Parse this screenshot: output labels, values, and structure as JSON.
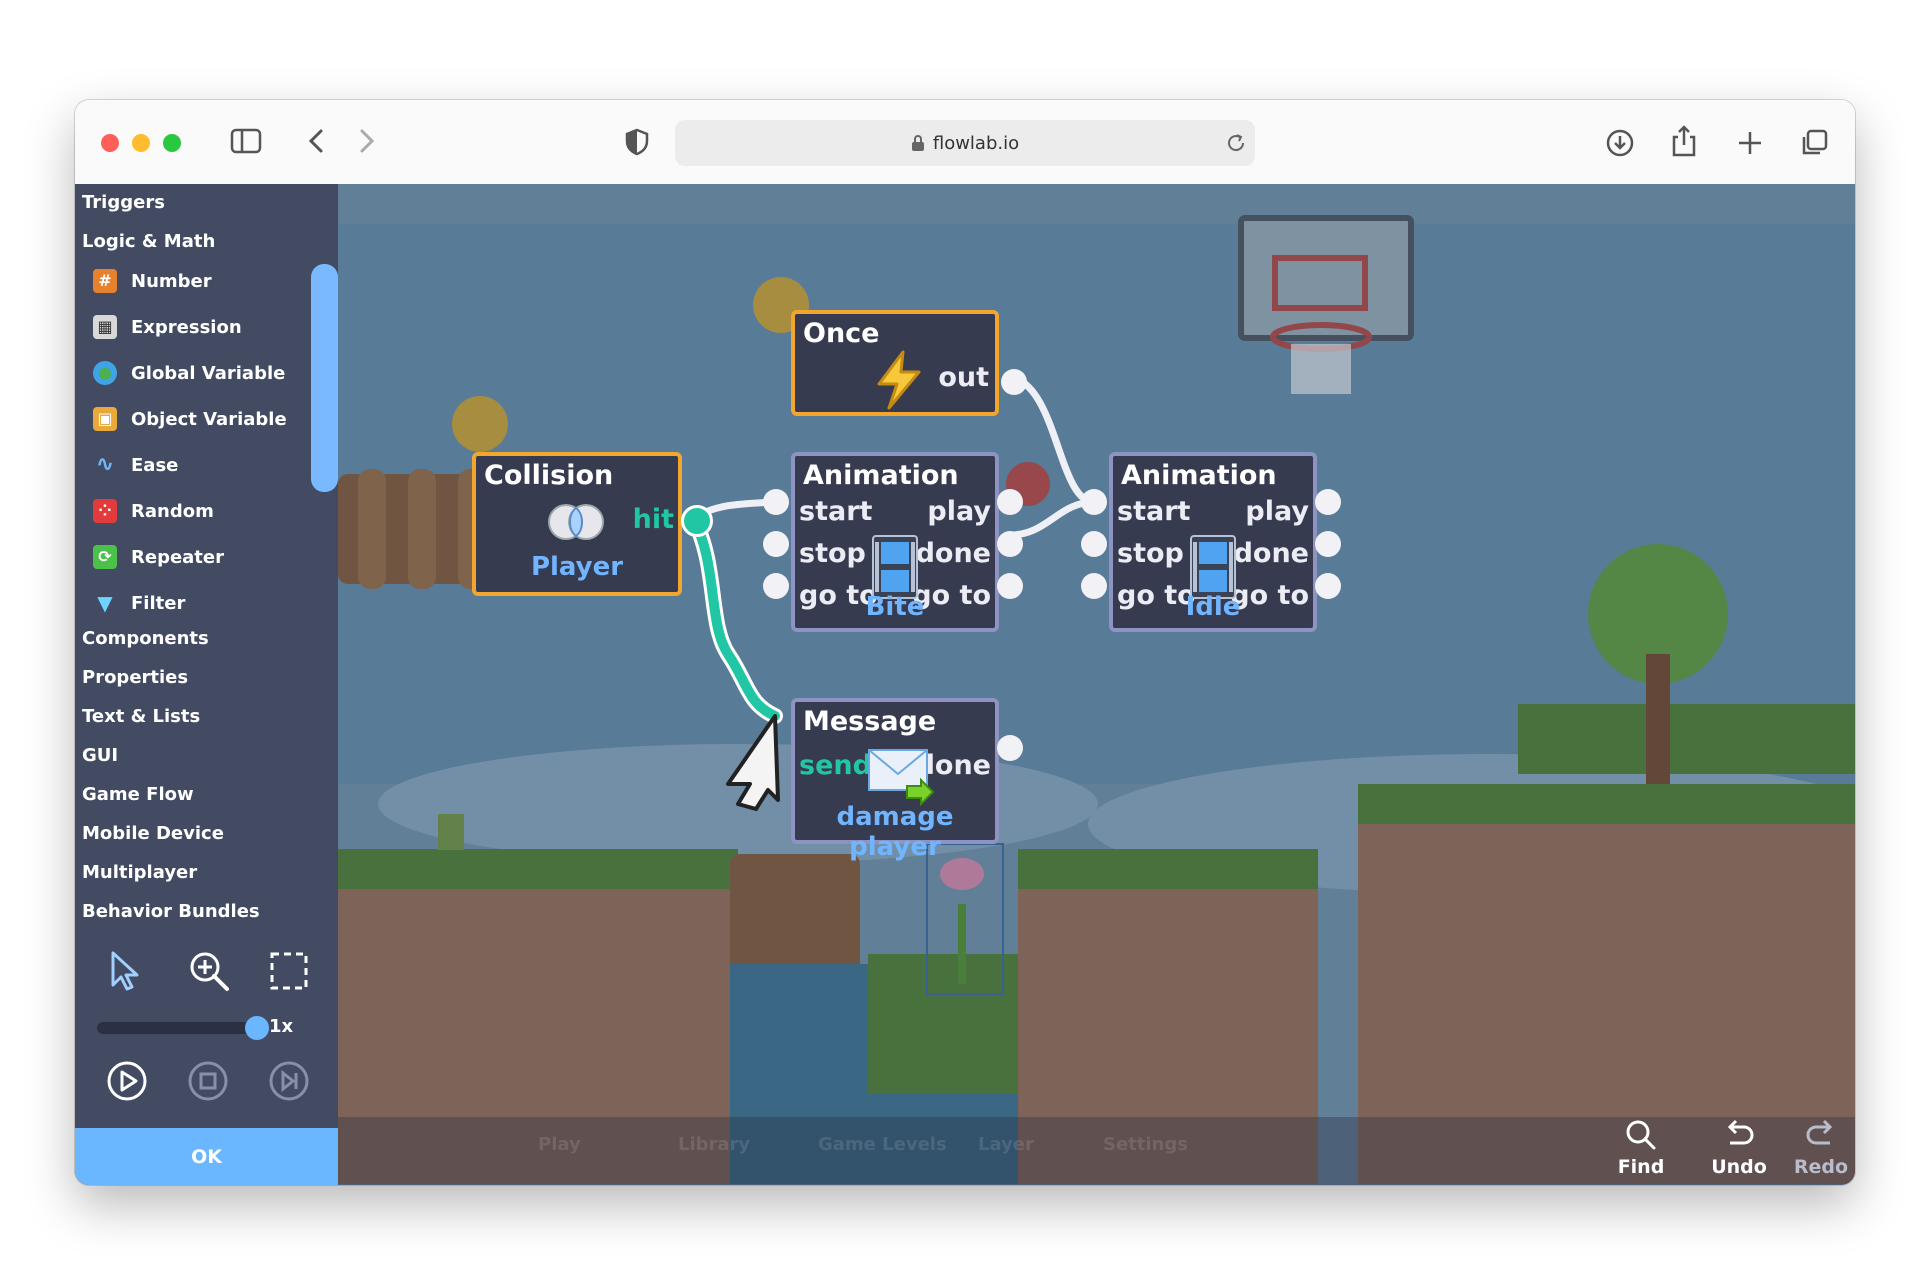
{
  "browser": {
    "url": "flowlab.io"
  },
  "sidebar": {
    "categories_top": [
      "Triggers",
      "Logic & Math"
    ],
    "items": [
      {
        "label": "Number",
        "icon": "number-icon"
      },
      {
        "label": "Expression",
        "icon": "calculator-icon"
      },
      {
        "label": "Global Variable",
        "icon": "globe-icon"
      },
      {
        "label": "Object Variable",
        "icon": "box-icon"
      },
      {
        "label": "Ease",
        "icon": "wave-icon"
      },
      {
        "label": "Random",
        "icon": "dice-icon"
      },
      {
        "label": "Repeater",
        "icon": "repeat-icon"
      },
      {
        "label": "Filter",
        "icon": "funnel-icon"
      }
    ],
    "categories_bottom": [
      "Components",
      "Properties",
      "Text & Lists",
      "GUI",
      "Game Flow",
      "Mobile Device",
      "Multiplayer",
      "Behavior Bundles"
    ],
    "zoom_label": "1x",
    "ok_label": "OK"
  },
  "nodes": {
    "once": {
      "title": "Once",
      "out": "out"
    },
    "collision": {
      "title": "Collision",
      "port": "hit",
      "target": "Player"
    },
    "animation_bite": {
      "title": "Animation",
      "inputs": [
        "start",
        "stop",
        "go to"
      ],
      "outputs": [
        "play",
        "done",
        "go to"
      ],
      "name": "Bite"
    },
    "animation_idle": {
      "title": "Animation",
      "inputs": [
        "start",
        "stop",
        "go to"
      ],
      "outputs": [
        "play",
        "done",
        "go to"
      ],
      "name": "Idle"
    },
    "message": {
      "title": "Message",
      "input": "send",
      "output": "done",
      "name": "damage player"
    }
  },
  "bottom_bar": {
    "faded": [
      "Play",
      "Library",
      "Game Levels",
      "Layer",
      "Settings"
    ],
    "find": "Find",
    "undo": "Undo",
    "redo": "Redo"
  },
  "colors": {
    "node_border_orange": "#f3a62e",
    "node_border_purple": "#8e93c4",
    "node_bg": "#363b50",
    "sidebar_bg": "#434b63",
    "accent_blue": "#6ab7ff",
    "wire_green": "#21c7a5"
  }
}
